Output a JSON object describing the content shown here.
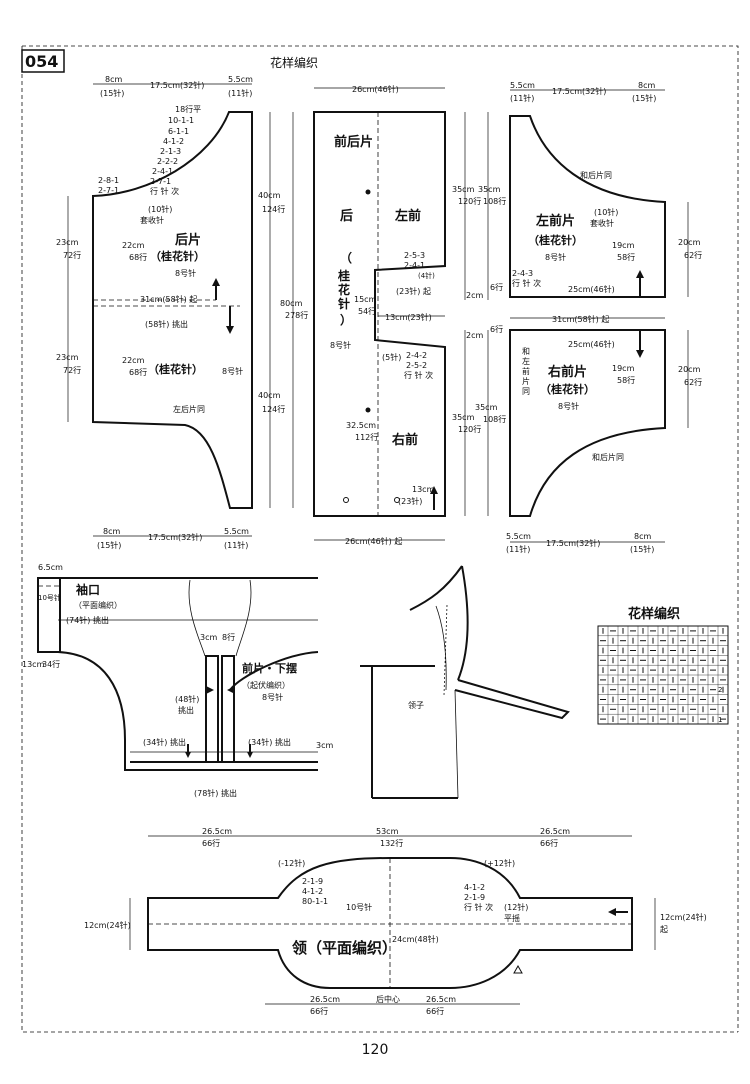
{
  "page_header": {
    "number": "054",
    "title": "花样编织",
    "page_number": "120"
  },
  "back": {
    "title": "后片",
    "subtitle": "（桂花针）",
    "subtitle2": "（桂花针）",
    "needle": "8号针",
    "needle2": "8号针",
    "top_dims": [
      "8cm",
      "(15针)",
      "17.5cm(32针)",
      "5.5cm",
      "(11针)"
    ],
    "bottom_dims": [
      "8cm",
      "(15针)",
      "17.5cm(32针)",
      "5.5cm",
      "(11针)"
    ],
    "dec_table": [
      "18行平",
      "10-1-1",
      "6-1-1",
      "4-1-2",
      "2-1-3",
      "2-2-2",
      "2-4-1",
      "2-7-1",
      "行 针 次"
    ],
    "side_table": [
      "2-8-1",
      "2-7-1"
    ],
    "armhole": "(10针)",
    "armhole_note": "套收针",
    "h1": "23cm",
    "h1r": "72行",
    "h2": "23cm",
    "h2r": "72行",
    "c1": "22cm",
    "c1r": "68行",
    "c2": "22cm",
    "c2r": "68行",
    "start": "31cm(58针) 起",
    "pickup": "(58针) 挑出",
    "same_left": "左后片同",
    "h40a": "40cm",
    "h40ar": "124行",
    "h40b": "40cm",
    "h40br": "124行",
    "h80": "80cm",
    "h80r": "278行"
  },
  "front": {
    "title": "前后片",
    "back_label": "后",
    "left": "左前",
    "right": "右前",
    "pattern_v": [
      "（",
      "桂",
      "花",
      "针",
      "）"
    ],
    "needle": "8号针",
    "top": "26cm(46针)",
    "bottom": "26cm(46针) 起",
    "t1": [
      "2-5-3",
      "2-4-1",
      "(4针)"
    ],
    "d23": "(23针) 起",
    "d15": "15cm",
    "d15r": "54行",
    "d13": "13cm(23针)",
    "t2": [
      "(5针)",
      "2-4-2",
      "2-5-2",
      "行 针 次"
    ],
    "d325": "32.5cm",
    "d325r": "112行",
    "b13": "13cm",
    "b23": "(23针)"
  },
  "front_pieces": {
    "left_title": "左前片",
    "right_title": "右前片",
    "pattern": "（桂花针）",
    "pattern2": "（桂花针）",
    "needle": "8号针",
    "needle2": "8号针",
    "top_dims": [
      "5.5cm",
      "(11针)",
      "17.5cm(32针)",
      "8cm",
      "(15针)"
    ],
    "bottom_dims": [
      "5.5cm",
      "(11针)",
      "17.5cm(32针)",
      "8cm",
      "(15针)"
    ],
    "and_back": "和后片同",
    "and_back2": "和后片同",
    "and_left": [
      "和",
      "左",
      "前",
      "片",
      "同"
    ],
    "armhole": "(10针)",
    "armhole_note": "套收针",
    "c19": "19cm",
    "c19r": "58行",
    "c19b": "19cm",
    "c19br": "58行",
    "d20": "20cm",
    "d20r": "62行",
    "d20b": "20cm",
    "d20br": "62行",
    "t": [
      "2-4-3",
      "行 针 次"
    ],
    "w25": "25cm(46针)",
    "w25b": "25cm(46针)",
    "w31": "31cm(58针) 起",
    "d2": "2cm",
    "d2r": "6行",
    "d2b": "2cm",
    "d2br": "6行",
    "d35": "35cm",
    "d35r": "120行",
    "d35b": "35cm",
    "d35br": "108行",
    "d35c": "35cm",
    "d35cr": "120行",
    "d35d": "35cm",
    "d35dr": "108行"
  },
  "sleeve": {
    "cuff": "袖口",
    "cuff_pattern": "（平面编织）",
    "d65": "6.5cm",
    "n10": "10号针",
    "p74": "(74针) 挑出",
    "d13": "13cm",
    "d13r": "34行",
    "d3": "3cm",
    "d3r": "8行",
    "front_label": "前片・下摆",
    "front_pattern": "（起伏编织）",
    "needle": "8号针",
    "p48": "(48针)",
    "p48b": "挑出",
    "p34a": "(34针) 挑出",
    "p34b": "(34针) 挑出",
    "d3b": "3cm",
    "p78": "(78针) 挑出"
  },
  "collar_diag": {
    "label": "领子"
  },
  "chart": {
    "title": "花样编织",
    "row_num": "2",
    "row_num2": "1"
  },
  "collar": {
    "title": "领（平面编织）",
    "needle": "10号针",
    "d265a": "26.5cm",
    "d265ar": "66行",
    "d53": "53cm",
    "d53r": "132行",
    "d265b": "26.5cm",
    "d265br": "66行",
    "m12": "(-12针)",
    "p12": "(+12针)",
    "tl": [
      "2-1-9",
      "4-1-2",
      "80-1-1"
    ],
    "tr": [
      "4-1-2",
      "2-1-9",
      "行 针 次"
    ],
    "plain": "(12针)",
    "plain2": "平摇",
    "d12l": "12cm(24针)",
    "d24": "24cm(48针)",
    "d12r": "12cm(24针)",
    "d12r2": "起",
    "d265c": "26.5cm",
    "d265cr": "66行",
    "center": "后中心",
    "d265d": "26.5cm",
    "d265dr": "66行"
  }
}
